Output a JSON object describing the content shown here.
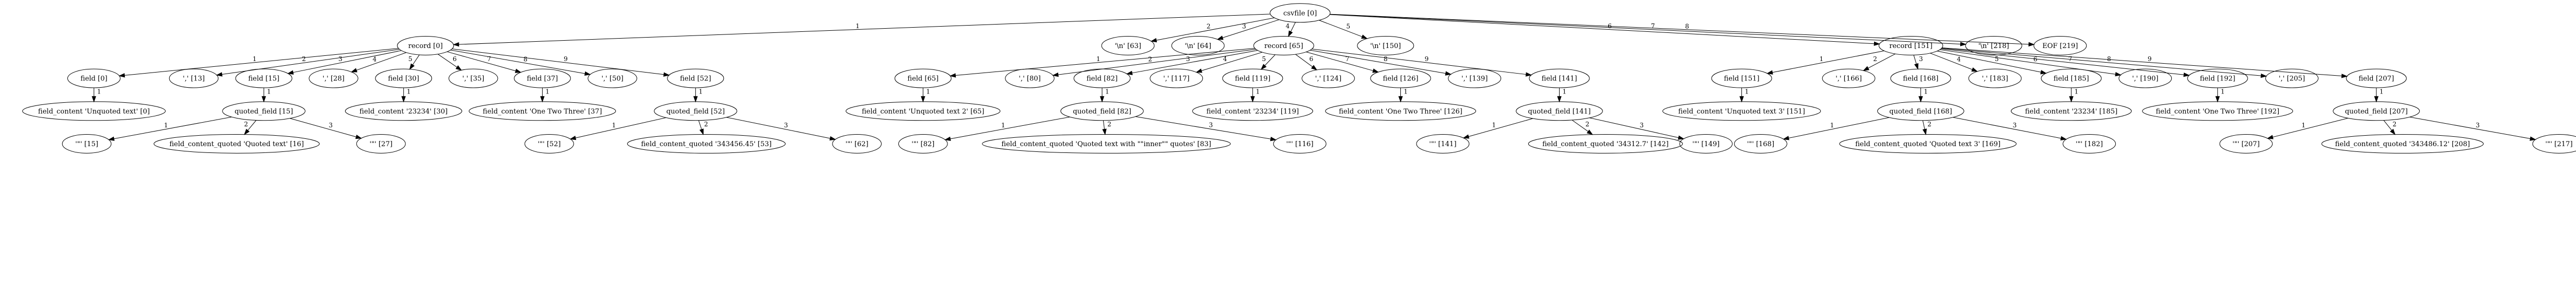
{
  "diagram": {
    "nodes": [
      {
        "id": "n0",
        "label": "csvfile [0]"
      },
      {
        "id": "n1",
        "label": "record [0]"
      },
      {
        "id": "n2",
        "label": "'\\n' [63]"
      },
      {
        "id": "n3",
        "label": "'\\n' [64]"
      },
      {
        "id": "n4",
        "label": "record [65]"
      },
      {
        "id": "n5",
        "label": "'\\n' [150]"
      },
      {
        "id": "n6",
        "label": "record [151]"
      },
      {
        "id": "n7",
        "label": "'\\n' [218]"
      },
      {
        "id": "n8",
        "label": "EOF [219]"
      },
      {
        "id": "n9",
        "label": "field [0]"
      },
      {
        "id": "n10",
        "label": "',' [13]"
      },
      {
        "id": "n11",
        "label": "field [15]"
      },
      {
        "id": "n12",
        "label": "',' [28]"
      },
      {
        "id": "n13",
        "label": "field [30]"
      },
      {
        "id": "n14",
        "label": "',' [35]"
      },
      {
        "id": "n15",
        "label": "field [37]"
      },
      {
        "id": "n16",
        "label": "',' [50]"
      },
      {
        "id": "n17",
        "label": "field [52]"
      },
      {
        "id": "n18",
        "label": "field [65]"
      },
      {
        "id": "n19",
        "label": "',' [80]"
      },
      {
        "id": "n20",
        "label": "field [82]"
      },
      {
        "id": "n21",
        "label": "',' [117]"
      },
      {
        "id": "n22",
        "label": "field [119]"
      },
      {
        "id": "n23",
        "label": "',' [124]"
      },
      {
        "id": "n24",
        "label": "field [126]"
      },
      {
        "id": "n25",
        "label": "',' [139]"
      },
      {
        "id": "n26",
        "label": "field [141]"
      },
      {
        "id": "n27",
        "label": "field [151]"
      },
      {
        "id": "n28",
        "label": "',' [166]"
      },
      {
        "id": "n29",
        "label": "field [168]"
      },
      {
        "id": "n30",
        "label": "',' [183]"
      },
      {
        "id": "n31",
        "label": "field [185]"
      },
      {
        "id": "n32",
        "label": "',' [190]"
      },
      {
        "id": "n33",
        "label": "field [192]"
      },
      {
        "id": "n34",
        "label": "',' [205]"
      },
      {
        "id": "n35",
        "label": "field [207]"
      },
      {
        "id": "n36",
        "label": "field_content 'Unquoted text' [0]"
      },
      {
        "id": "n37",
        "label": "quoted_field [15]"
      },
      {
        "id": "n38",
        "label": "field_content '23234' [30]"
      },
      {
        "id": "n39",
        "label": "field_content 'One Two Three' [37]"
      },
      {
        "id": "n40",
        "label": "quoted_field [52]"
      },
      {
        "id": "n41",
        "label": "field_content 'Unquoted text 2' [65]"
      },
      {
        "id": "n42",
        "label": "quoted_field [82]"
      },
      {
        "id": "n43",
        "label": "field_content '23234' [119]"
      },
      {
        "id": "n44",
        "label": "field_content 'One Two Three' [126]"
      },
      {
        "id": "n45",
        "label": "quoted_field [141]"
      },
      {
        "id": "n46",
        "label": "field_content 'Unquoted text 3' [151]"
      },
      {
        "id": "n47",
        "label": "quoted_field [168]"
      },
      {
        "id": "n48",
        "label": "field_content '23234' [185]"
      },
      {
        "id": "n49",
        "label": "field_content 'One Two Three' [192]"
      },
      {
        "id": "n50",
        "label": "quoted_field [207]"
      },
      {
        "id": "n51",
        "label": "'\"' [15]"
      },
      {
        "id": "n52",
        "label": "field_content_quoted 'Quoted text' [16]"
      },
      {
        "id": "n53",
        "label": "'\"' [27]"
      },
      {
        "id": "n54",
        "label": "'\"' [52]"
      },
      {
        "id": "n55",
        "label": "field_content_quoted '343456.45' [53]"
      },
      {
        "id": "n56",
        "label": "'\"' [62]"
      },
      {
        "id": "n57",
        "label": "'\"' [82]"
      },
      {
        "id": "n58",
        "label": "field_content_quoted 'Quoted text with \"\"inner\"\" quotes' [83]"
      },
      {
        "id": "n59",
        "label": "'\"' [116]"
      },
      {
        "id": "n60",
        "label": "'\"' [141]"
      },
      {
        "id": "n61",
        "label": "field_content_quoted '34312.7' [142]"
      },
      {
        "id": "n62",
        "label": "'\"' [149]"
      },
      {
        "id": "n63",
        "label": "'\"' [168]"
      },
      {
        "id": "n64",
        "label": "field_content_quoted 'Quoted text 3' [169]"
      },
      {
        "id": "n65",
        "label": "'\"' [182]"
      },
      {
        "id": "n66",
        "label": "'\"' [207]"
      },
      {
        "id": "n67",
        "label": "field_content_quoted '343486.12' [208]"
      },
      {
        "id": "n68",
        "label": "'\"' [217]"
      }
    ],
    "edges": [
      {
        "from": "n0",
        "to": "n1",
        "label": "1"
      },
      {
        "from": "n0",
        "to": "n2",
        "label": "2"
      },
      {
        "from": "n0",
        "to": "n3",
        "label": "3"
      },
      {
        "from": "n0",
        "to": "n4",
        "label": "4"
      },
      {
        "from": "n0",
        "to": "n5",
        "label": "5"
      },
      {
        "from": "n0",
        "to": "n6",
        "label": "6"
      },
      {
        "from": "n0",
        "to": "n7",
        "label": "7"
      },
      {
        "from": "n0",
        "to": "n8",
        "label": "8"
      },
      {
        "from": "n1",
        "to": "n9",
        "label": "1"
      },
      {
        "from": "n1",
        "to": "n10",
        "label": "2"
      },
      {
        "from": "n1",
        "to": "n11",
        "label": "3"
      },
      {
        "from": "n1",
        "to": "n12",
        "label": "4"
      },
      {
        "from": "n1",
        "to": "n13",
        "label": "5"
      },
      {
        "from": "n1",
        "to": "n14",
        "label": "6"
      },
      {
        "from": "n1",
        "to": "n15",
        "label": "7"
      },
      {
        "from": "n1",
        "to": "n16",
        "label": "8"
      },
      {
        "from": "n1",
        "to": "n17",
        "label": "9"
      },
      {
        "from": "n4",
        "to": "n18",
        "label": "1"
      },
      {
        "from": "n4",
        "to": "n19",
        "label": "2"
      },
      {
        "from": "n4",
        "to": "n20",
        "label": "3"
      },
      {
        "from": "n4",
        "to": "n21",
        "label": "4"
      },
      {
        "from": "n4",
        "to": "n22",
        "label": "5"
      },
      {
        "from": "n4",
        "to": "n23",
        "label": "6"
      },
      {
        "from": "n4",
        "to": "n24",
        "label": "7"
      },
      {
        "from": "n4",
        "to": "n25",
        "label": "8"
      },
      {
        "from": "n4",
        "to": "n26",
        "label": "9"
      },
      {
        "from": "n6",
        "to": "n27",
        "label": "1"
      },
      {
        "from": "n6",
        "to": "n28",
        "label": "2"
      },
      {
        "from": "n6",
        "to": "n29",
        "label": "3"
      },
      {
        "from": "n6",
        "to": "n30",
        "label": "4"
      },
      {
        "from": "n6",
        "to": "n31",
        "label": "5"
      },
      {
        "from": "n6",
        "to": "n32",
        "label": "6"
      },
      {
        "from": "n6",
        "to": "n33",
        "label": "7"
      },
      {
        "from": "n6",
        "to": "n34",
        "label": "8"
      },
      {
        "from": "n6",
        "to": "n35",
        "label": "9"
      },
      {
        "from": "n9",
        "to": "n36",
        "label": "1"
      },
      {
        "from": "n11",
        "to": "n37",
        "label": "1"
      },
      {
        "from": "n13",
        "to": "n38",
        "label": "1"
      },
      {
        "from": "n15",
        "to": "n39",
        "label": "1"
      },
      {
        "from": "n17",
        "to": "n40",
        "label": "1"
      },
      {
        "from": "n18",
        "to": "n41",
        "label": "1"
      },
      {
        "from": "n20",
        "to": "n42",
        "label": "1"
      },
      {
        "from": "n22",
        "to": "n43",
        "label": "1"
      },
      {
        "from": "n24",
        "to": "n44",
        "label": "1"
      },
      {
        "from": "n26",
        "to": "n45",
        "label": "1"
      },
      {
        "from": "n27",
        "to": "n46",
        "label": "1"
      },
      {
        "from": "n29",
        "to": "n47",
        "label": "1"
      },
      {
        "from": "n31",
        "to": "n48",
        "label": "1"
      },
      {
        "from": "n33",
        "to": "n49",
        "label": "1"
      },
      {
        "from": "n35",
        "to": "n50",
        "label": "1"
      },
      {
        "from": "n37",
        "to": "n51",
        "label": "1"
      },
      {
        "from": "n37",
        "to": "n52",
        "label": "2"
      },
      {
        "from": "n37",
        "to": "n53",
        "label": "3"
      },
      {
        "from": "n40",
        "to": "n54",
        "label": "1"
      },
      {
        "from": "n40",
        "to": "n55",
        "label": "2"
      },
      {
        "from": "n40",
        "to": "n56",
        "label": "3"
      },
      {
        "from": "n42",
        "to": "n57",
        "label": "1"
      },
      {
        "from": "n42",
        "to": "n58",
        "label": "2"
      },
      {
        "from": "n42",
        "to": "n59",
        "label": "3"
      },
      {
        "from": "n45",
        "to": "n60",
        "label": "1"
      },
      {
        "from": "n45",
        "to": "n61",
        "label": "2"
      },
      {
        "from": "n45",
        "to": "n62",
        "label": "3"
      },
      {
        "from": "n47",
        "to": "n63",
        "label": "1"
      },
      {
        "from": "n47",
        "to": "n64",
        "label": "2"
      },
      {
        "from": "n47",
        "to": "n65",
        "label": "3"
      },
      {
        "from": "n50",
        "to": "n66",
        "label": "1"
      },
      {
        "from": "n50",
        "to": "n67",
        "label": "2"
      },
      {
        "from": "n50",
        "to": "n68",
        "label": "3"
      }
    ]
  }
}
